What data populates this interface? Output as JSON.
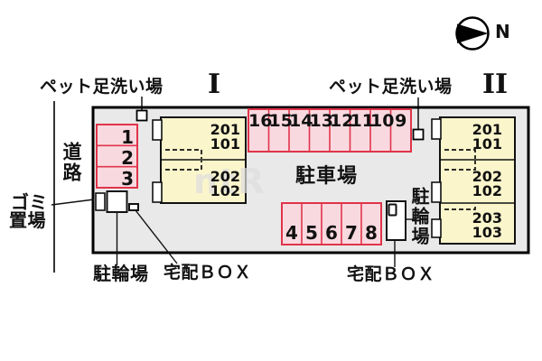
{
  "compass": {
    "north_label": "N"
  },
  "legend": {
    "pet_wash_left": "ペット足洗い場",
    "pet_wash_right": "ペット足洗い場",
    "road": "道路",
    "parking_area": "駐車場",
    "garbage_line1": "ゴミ",
    "garbage_line2": "置場",
    "bicycle_left": "駐輪場",
    "bicycle_right": "駐輪場",
    "delivery_left": "宅配ＢＯＸ",
    "delivery_right": "宅配ＢＯＸ",
    "watermark": "ntR"
  },
  "buildings": {
    "west": {
      "numeral": "I",
      "units": [
        {
          "upper": "201",
          "lower": "101"
        },
        {
          "upper": "202",
          "lower": "102"
        }
      ]
    },
    "east": {
      "numeral": "II",
      "units": [
        {
          "upper": "201",
          "lower": "101"
        },
        {
          "upper": "202",
          "lower": "102"
        },
        {
          "upper": "203",
          "lower": "103"
        }
      ]
    }
  },
  "parking": {
    "left_column": [
      "1",
      "2",
      "3"
    ],
    "top_row": [
      "16",
      "15",
      "14",
      "13",
      "12",
      "11",
      "10",
      "9"
    ],
    "middle_row": [
      "4",
      "5",
      "6",
      "7",
      "8"
    ]
  },
  "colors": {
    "site_fill": "#e9e9e9",
    "parking_fill": "#f9d9e0",
    "parking_border": "#e0344a",
    "building_fill": "#faf5cb",
    "line": "#000000",
    "watermark": "#dedede"
  }
}
